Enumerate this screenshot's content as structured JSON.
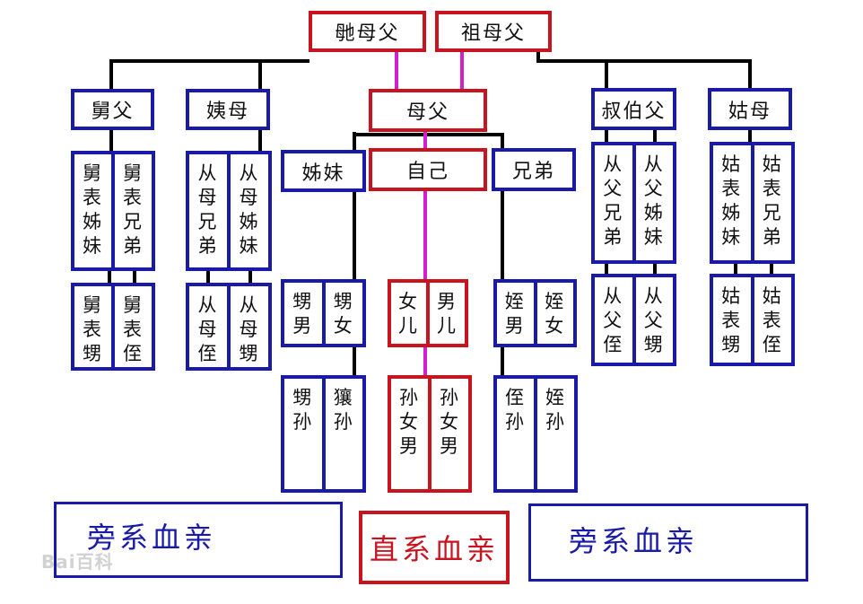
{
  "colors": {
    "collateral": "#1a1aa8",
    "direct": "#c8141e",
    "link": "#d020d0",
    "line": "#000000"
  },
  "nodes": {
    "grandfather_maternal": "毑母父",
    "grandfather_paternal": "祖母父",
    "maternal_uncle": "舅父",
    "maternal_aunt": "姨母",
    "parents": "母父",
    "paternal_uncle": "叔伯父",
    "paternal_aunt": "姑母",
    "sisters": "姊妹",
    "self": "自己",
    "brothers": "兄弟"
  },
  "groups": {
    "jiu_cousins": [
      "舅表姊妹",
      "舅表兄弟"
    ],
    "jiu_children": [
      "舅表甥",
      "舅表侄"
    ],
    "yi_cousins": [
      "从母兄弟",
      "从母姊妹"
    ],
    "yi_children": [
      "从母侄",
      "从母甥"
    ],
    "sister_children": [
      "甥男",
      "甥女"
    ],
    "sister_grandchildren": [
      "甥孙",
      "獽孙"
    ],
    "own_children": [
      "女儿",
      "男儿"
    ],
    "own_grandchildren": [
      "孙女男",
      "孙女男"
    ],
    "brother_children": [
      "姪男",
      "姪女"
    ],
    "brother_grandchildren": [
      "侄孙",
      "姪孙"
    ],
    "shu_cousins": [
      "从父兄弟",
      "从父姊妹"
    ],
    "shu_children": [
      "从父侄",
      "从父甥"
    ],
    "gu_cousins": [
      "姑表姊妹",
      "姑表兄弟"
    ],
    "gu_children": [
      "姑表甥",
      "姑表侄"
    ]
  },
  "legend": {
    "left": "旁系血亲",
    "center": "直系血亲",
    "right": "旁系血亲"
  },
  "watermark": "Bai百科"
}
